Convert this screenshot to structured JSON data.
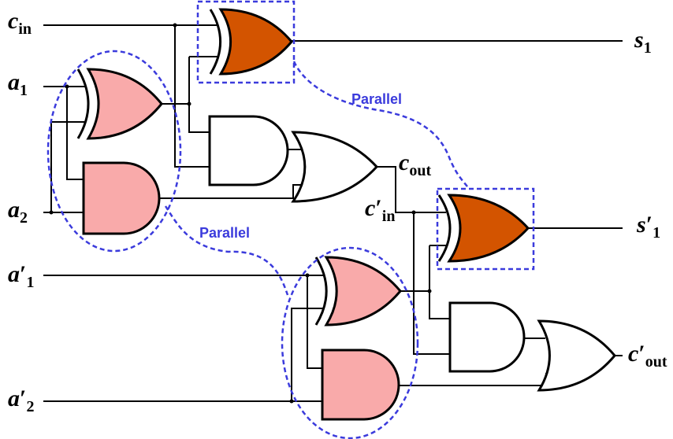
{
  "colors": {
    "xor_parallel": "#d35400",
    "pink": "#f9aaaa",
    "white": "#ffffff",
    "dashed_blue": "#3b3bdc"
  },
  "labels": {
    "c_in": {
      "var": "c",
      "prime": "",
      "sub": "in"
    },
    "a1": {
      "var": "a",
      "prime": "",
      "sub": "1"
    },
    "a2": {
      "var": "a",
      "prime": "",
      "sub": "2"
    },
    "a1p": {
      "var": "a",
      "prime": "′",
      "sub": "1"
    },
    "a2p": {
      "var": "a",
      "prime": "′",
      "sub": "2"
    },
    "s1": {
      "var": "s",
      "prime": "",
      "sub": "1"
    },
    "c_out": {
      "var": "c",
      "prime": "",
      "sub": "out"
    },
    "c_inp": {
      "var": "c",
      "prime": "′",
      "sub": "in"
    },
    "s1p": {
      "var": "s",
      "prime": "′",
      "sub": "1"
    },
    "c_outp": {
      "var": "c",
      "prime": "′",
      "sub": "out"
    }
  },
  "annotations": {
    "parallel_top": "Parallel",
    "parallel_bottom": "Parallel"
  }
}
